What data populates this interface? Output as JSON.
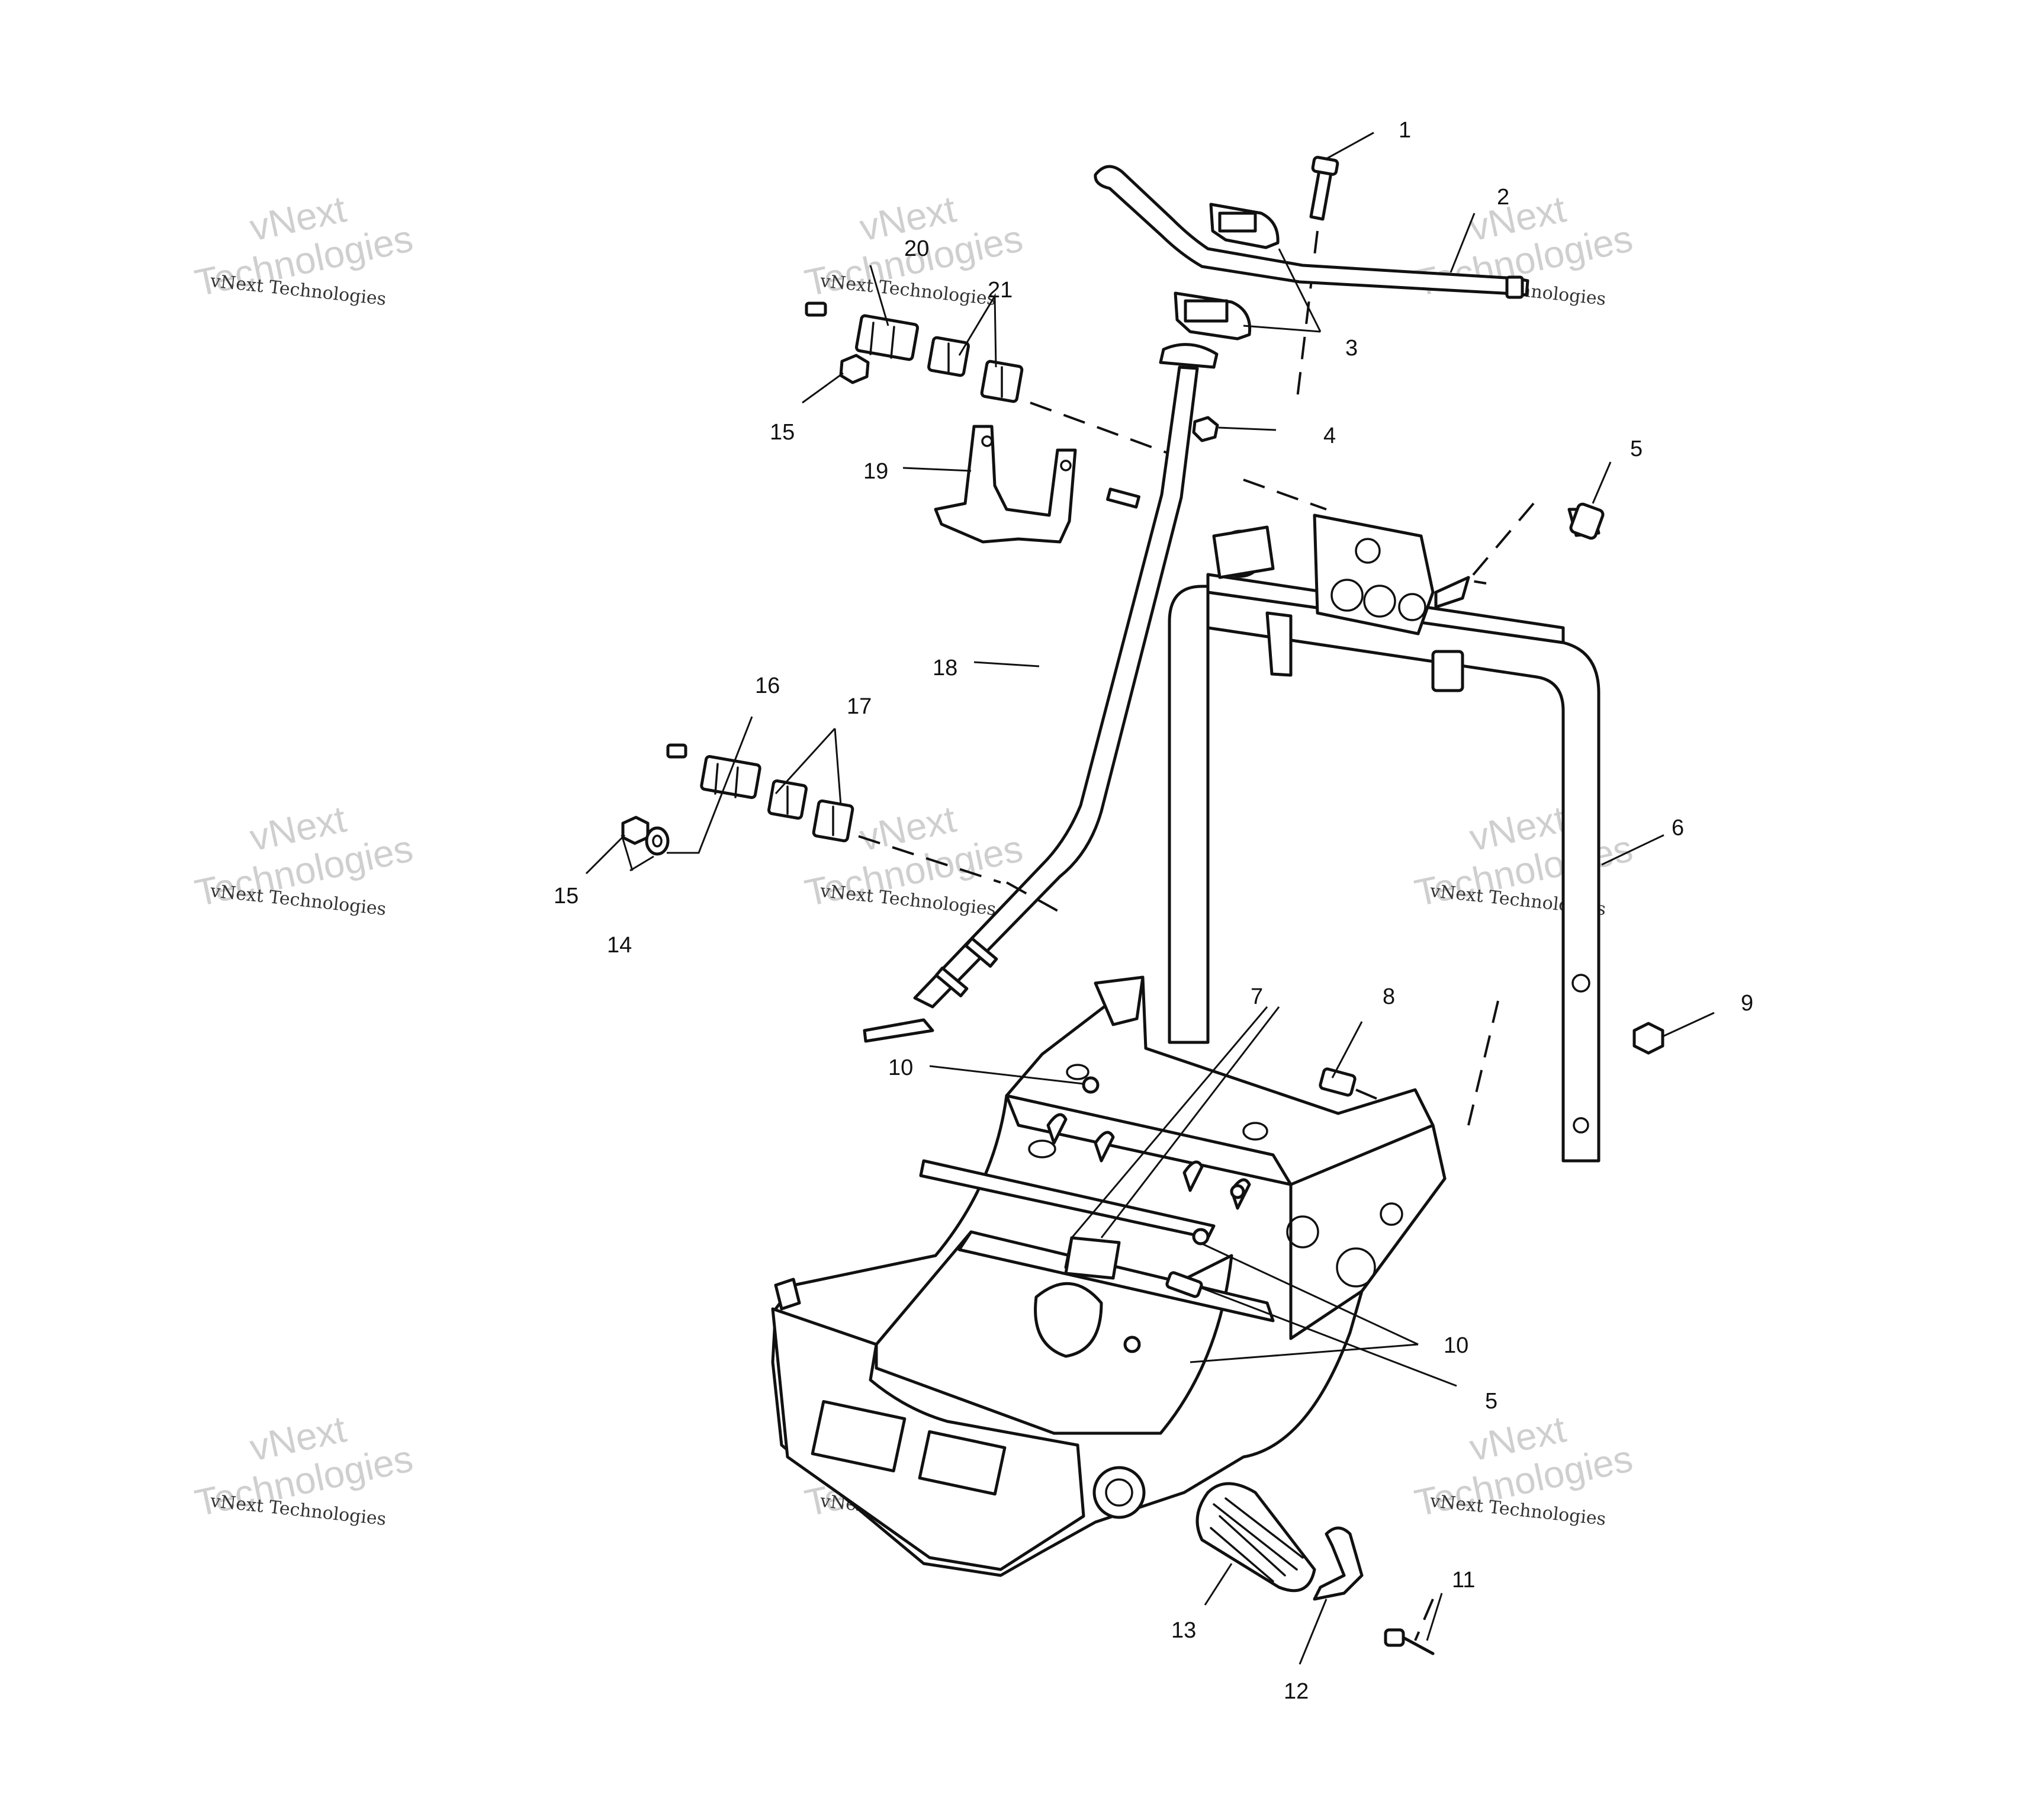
{
  "callouts": [
    {
      "id": "c1",
      "text": "1"
    },
    {
      "id": "c2",
      "text": "2"
    },
    {
      "id": "c3",
      "text": "3"
    },
    {
      "id": "c4",
      "text": "4"
    },
    {
      "id": "c5a",
      "text": "5"
    },
    {
      "id": "c5b",
      "text": "5"
    },
    {
      "id": "c6",
      "text": "6"
    },
    {
      "id": "c7",
      "text": "7"
    },
    {
      "id": "c8",
      "text": "8"
    },
    {
      "id": "c9",
      "text": "9"
    },
    {
      "id": "c10a",
      "text": "10"
    },
    {
      "id": "c10b",
      "text": "10"
    },
    {
      "id": "c11",
      "text": "11"
    },
    {
      "id": "c12",
      "text": "12"
    },
    {
      "id": "c13",
      "text": "13"
    },
    {
      "id": "c14",
      "text": "14"
    },
    {
      "id": "c15a",
      "text": "15"
    },
    {
      "id": "c15b",
      "text": "15"
    },
    {
      "id": "c16",
      "text": "16"
    },
    {
      "id": "c17",
      "text": "17"
    },
    {
      "id": "c18",
      "text": "18"
    },
    {
      "id": "c19",
      "text": "19"
    },
    {
      "id": "c20",
      "text": "20"
    },
    {
      "id": "c21",
      "text": "21"
    }
  ],
  "watermark": {
    "small_text": "vNext Technologies",
    "large_line1": "vNext",
    "large_line2": "Technologies"
  },
  "colors": {
    "line": "#111111",
    "background": "#ffffff",
    "watermark_light": "#cfcfcf"
  }
}
